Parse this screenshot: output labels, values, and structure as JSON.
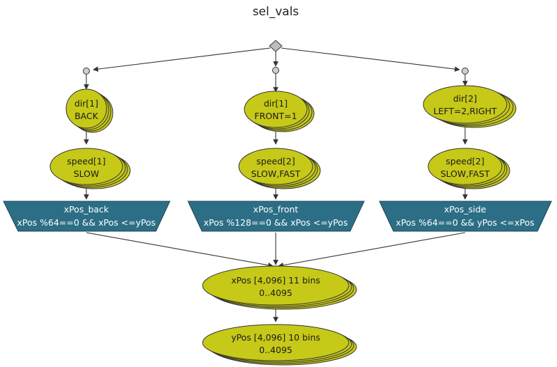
{
  "title": "sel_vals",
  "colors": {
    "node_fill": "#c6c918",
    "filter_fill": "#2c6e86",
    "edge": "#333333",
    "root_fill": "#bdbdbd"
  },
  "branches": [
    {
      "dir": {
        "line1": "dir[1]",
        "line2": "BACK"
      },
      "speed": {
        "line1": "speed[1]",
        "line2": "SLOW"
      },
      "filter": {
        "line1": "xPos_back",
        "line2": "xPos %64==0 && xPos <=yPos"
      }
    },
    {
      "dir": {
        "line1": "dir[1]",
        "line2": "FRONT=1"
      },
      "speed": {
        "line1": "speed[2]",
        "line2": "SLOW,FAST"
      },
      "filter": {
        "line1": "xPos_front",
        "line2": "xPos %128==0 && xPos <=yPos"
      }
    },
    {
      "dir": {
        "line1": "dir[2]",
        "line2": "LEFT=2,RIGHT"
      },
      "speed": {
        "line1": "speed[2]",
        "line2": "SLOW,FAST"
      },
      "filter": {
        "line1": "xPos_side",
        "line2": "xPos %64==0 && yPos <=xPos"
      }
    }
  ],
  "xpos": {
    "line1": "xPos [4,096] 11 bins",
    "line2": "0..4095"
  },
  "ypos": {
    "line1": "yPos [4,096] 10 bins",
    "line2": "0..4095"
  }
}
